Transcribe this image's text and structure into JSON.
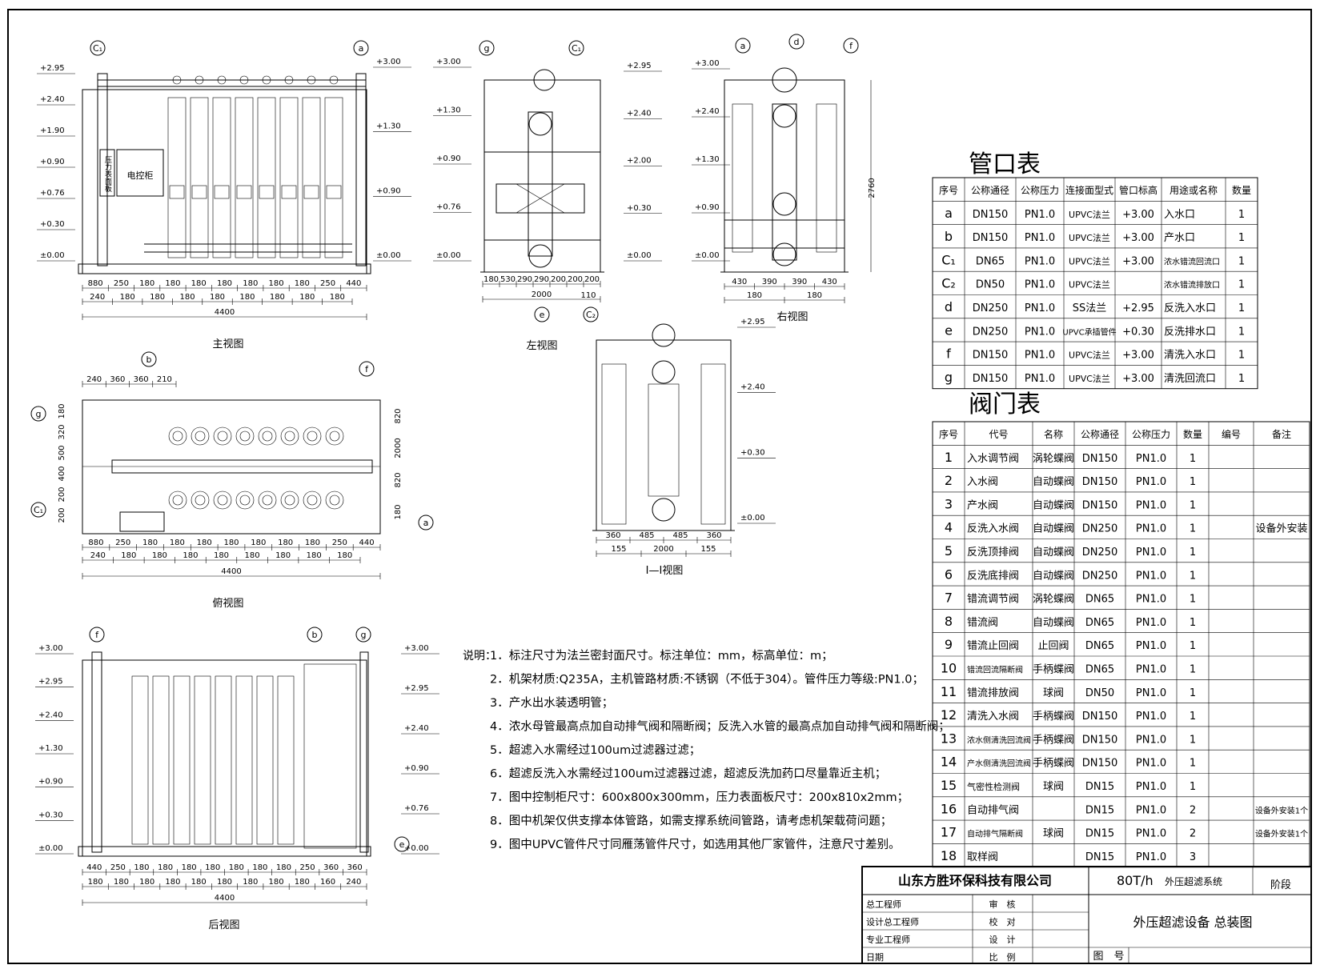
{
  "views": {
    "front": "主视图",
    "left": "左视图",
    "right": "右视图",
    "section": "I—I视图",
    "top": "俯视图",
    "back": "后视图"
  },
  "front": {
    "elev_left": [
      "+2.95",
      "+2.40",
      "+1.90",
      "+0.90",
      "+0.76",
      "+0.30",
      "±0.00"
    ],
    "elev_right": [
      "+3.00",
      "+1.30",
      "+0.90",
      "±0.00"
    ],
    "panel1": "压力表面板",
    "panel2": "电控柜",
    "dims_row1": [
      "880",
      "250",
      "180",
      "180",
      "180",
      "180",
      "180",
      "180",
      "180",
      "250",
      "440"
    ],
    "dims_row2": [
      "240",
      "180",
      "180",
      "180",
      "180",
      "180",
      "180",
      "180",
      "180"
    ],
    "total": "4400",
    "markers": [
      "C₁",
      "a"
    ]
  },
  "left": {
    "elev_left": [
      "+3.00",
      "+1.30",
      "+0.90",
      "+0.76",
      "±0.00"
    ],
    "elev_right": [
      "+2.95",
      "+2.40",
      "+2.00",
      "+0.30",
      "±0.00"
    ],
    "dims": [
      "180",
      "530",
      "290",
      "290",
      "200",
      "200",
      "200"
    ],
    "sub": "110",
    "total": "2000",
    "markers_top": [
      "g",
      "C₁"
    ],
    "markers_bottom": [
      "e",
      "C₂"
    ]
  },
  "right": {
    "elev_left": [
      "+3.00",
      "+2.40",
      "+1.30",
      "+0.90",
      "±0.00"
    ],
    "dims": [
      "430",
      "390",
      "390",
      "430"
    ],
    "sub": [
      "180",
      "180"
    ],
    "height": "2760",
    "markers": [
      "a",
      "d",
      "f"
    ]
  },
  "section": {
    "elev": [
      "+2.95",
      "+2.40",
      "+0.30",
      "±0.00"
    ],
    "dims": [
      "360",
      "485",
      "485",
      "360"
    ],
    "sub": [
      "155",
      "2000",
      "155"
    ]
  },
  "top": {
    "dims_top": [
      "240",
      "360",
      "360",
      "210"
    ],
    "dims_left": [
      "180",
      "320",
      "500",
      "400",
      "200",
      "200"
    ],
    "dims_right": [
      "820",
      "2000",
      "820",
      "180"
    ],
    "dims_row1": [
      "880",
      "250",
      "180",
      "180",
      "180",
      "180",
      "180",
      "180",
      "180",
      "250",
      "440"
    ],
    "dims_row2": [
      "240",
      "180",
      "180",
      "180",
      "180",
      "180",
      "180",
      "180",
      "180"
    ],
    "total": "4400",
    "markers": [
      "b",
      "f",
      "g",
      "C₁",
      "a"
    ]
  },
  "back": {
    "elev_left": [
      "+3.00",
      "+2.95",
      "+2.40",
      "+1.30",
      "+0.90",
      "+0.30",
      "±0.00"
    ],
    "elev_right": [
      "+3.00",
      "+2.95",
      "+2.40",
      "+0.90",
      "+0.76",
      "+0.00"
    ],
    "dims_row1": [
      "440",
      "250",
      "180",
      "180",
      "180",
      "180",
      "180",
      "180",
      "180",
      "250",
      "360",
      "360"
    ],
    "dims_row2": [
      "180",
      "180",
      "180",
      "180",
      "180",
      "180",
      "180",
      "180",
      "180",
      "160",
      "240"
    ],
    "total": "4400",
    "markers": [
      "f",
      "b",
      "g",
      "e"
    ]
  },
  "notes": {
    "lead": "说明：",
    "items": [
      "1．标注尺寸为法兰密封面尺寸。标注单位：mm，标高单位：m；",
      "2．机架材质:Q235A，主机管路材质:不锈钢（不低于304）。管件压力等级:PN1.0；",
      "3．产水出水装透明管；",
      "4．浓水母管最高点加自动排气阀和隔断阀；反洗入水管的最高点加自动排气阀和隔断阀；",
      "5．超滤入水需经过100um过滤器过滤；",
      "6．超滤反洗入水需经过100um过滤器过滤，超滤反洗加药口尽量靠近主机；",
      "7．图中控制柜尺寸：600x800x300mm，压力表面板尺寸：200x810x2mm；",
      "8．图中机架仅供支撑本体管路，如需支撑系统间管路，请考虑机架载荷问题；",
      "9．图中UPVC管件尺寸同雁荡管件尺寸，如选用其他厂家管件，注意尺寸差别。"
    ]
  },
  "nozzle_table": {
    "title": "管口表",
    "headers": [
      "序号",
      "公称通径",
      "公称压力",
      "连接面型式",
      "管口标高",
      "用途或名称",
      "数量"
    ],
    "rows": [
      [
        "a",
        "DN150",
        "PN1.0",
        "UPVC法兰",
        "+3.00",
        "入水口",
        "1"
      ],
      [
        "b",
        "DN150",
        "PN1.0",
        "UPVC法兰",
        "+3.00",
        "产水口",
        "1"
      ],
      [
        "C₁",
        "DN65",
        "PN1.0",
        "UPVC法兰",
        "+3.00",
        "浓水错流回流口",
        "1"
      ],
      [
        "C₂",
        "DN50",
        "PN1.0",
        "UPVC法兰",
        "",
        "浓水错流排放口",
        "1"
      ],
      [
        "d",
        "DN250",
        "PN1.0",
        "SS法兰",
        "+2.95",
        "反洗入水口",
        "1"
      ],
      [
        "e",
        "DN250",
        "PN1.0",
        "UPVC承插管件",
        "+0.30",
        "反洗排水口",
        "1"
      ],
      [
        "f",
        "DN150",
        "PN1.0",
        "UPVC法兰",
        "+3.00",
        "清洗入水口",
        "1"
      ],
      [
        "g",
        "DN150",
        "PN1.0",
        "UPVC法兰",
        "+3.00",
        "清洗回流口",
        "1"
      ]
    ]
  },
  "valve_table": {
    "title": "阀门表",
    "headers": [
      "序号",
      "代号",
      "名称",
      "公称通径",
      "公称压力",
      "数量",
      "编号",
      "备注"
    ],
    "rows": [
      [
        "1",
        "入水调节阀",
        "涡轮蝶阀",
        "DN150",
        "PN1.0",
        "1",
        "",
        ""
      ],
      [
        "2",
        "入水阀",
        "自动蝶阀",
        "DN150",
        "PN1.0",
        "1",
        "",
        ""
      ],
      [
        "3",
        "产水阀",
        "自动蝶阀",
        "DN150",
        "PN1.0",
        "1",
        "",
        ""
      ],
      [
        "4",
        "反洗入水阀",
        "自动蝶阀",
        "DN250",
        "PN1.0",
        "1",
        "",
        "设备外安装"
      ],
      [
        "5",
        "反洗顶排阀",
        "自动蝶阀",
        "DN250",
        "PN1.0",
        "1",
        "",
        ""
      ],
      [
        "6",
        "反洗底排阀",
        "自动蝶阀",
        "DN250",
        "PN1.0",
        "1",
        "",
        ""
      ],
      [
        "7",
        "错流调节阀",
        "涡轮蝶阀",
        "DN65",
        "PN1.0",
        "1",
        "",
        ""
      ],
      [
        "8",
        "错流阀",
        "自动蝶阀",
        "DN65",
        "PN1.0",
        "1",
        "",
        ""
      ],
      [
        "9",
        "错流止回阀",
        "止回阀",
        "DN65",
        "PN1.0",
        "1",
        "",
        ""
      ],
      [
        "10",
        "错流回流隔断阀",
        "手柄蝶阀",
        "DN65",
        "PN1.0",
        "1",
        "",
        ""
      ],
      [
        "11",
        "错流排放阀",
        "球阀",
        "DN50",
        "PN1.0",
        "1",
        "",
        ""
      ],
      [
        "12",
        "清洗入水阀",
        "手柄蝶阀",
        "DN150",
        "PN1.0",
        "1",
        "",
        ""
      ],
      [
        "13",
        "浓水侧清洗回流阀",
        "手柄蝶阀",
        "DN150",
        "PN1.0",
        "1",
        "",
        ""
      ],
      [
        "14",
        "产水侧清洗回流阀",
        "手柄蝶阀",
        "DN150",
        "PN1.0",
        "1",
        "",
        ""
      ],
      [
        "15",
        "气密性检测阀",
        "球阀",
        "DN15",
        "PN1.0",
        "1",
        "",
        ""
      ],
      [
        "16",
        "自动排气阀",
        "",
        "DN15",
        "PN1.0",
        "2",
        "",
        "设备外安装1个"
      ],
      [
        "17",
        "自动排气隔断阀",
        "球阀",
        "DN15",
        "PN1.0",
        "2",
        "",
        "设备外安装1个"
      ],
      [
        "18",
        "取样阀",
        "",
        "DN15",
        "PN1.0",
        "3",
        "",
        ""
      ]
    ]
  },
  "title_block": {
    "company": "山东方胜环保科技有限公司",
    "project": "80T/h",
    "project_sub": "外压超滤系统",
    "stage": "阶段",
    "drawing_name": "外压超滤设备 总装图",
    "drawing_no": "图　号",
    "roles_left": [
      "总工程师",
      "设计总工程师",
      "专业工程师",
      "日期"
    ],
    "roles_mid": [
      "审　核",
      "校　对",
      "设　计",
      "比　例"
    ]
  }
}
